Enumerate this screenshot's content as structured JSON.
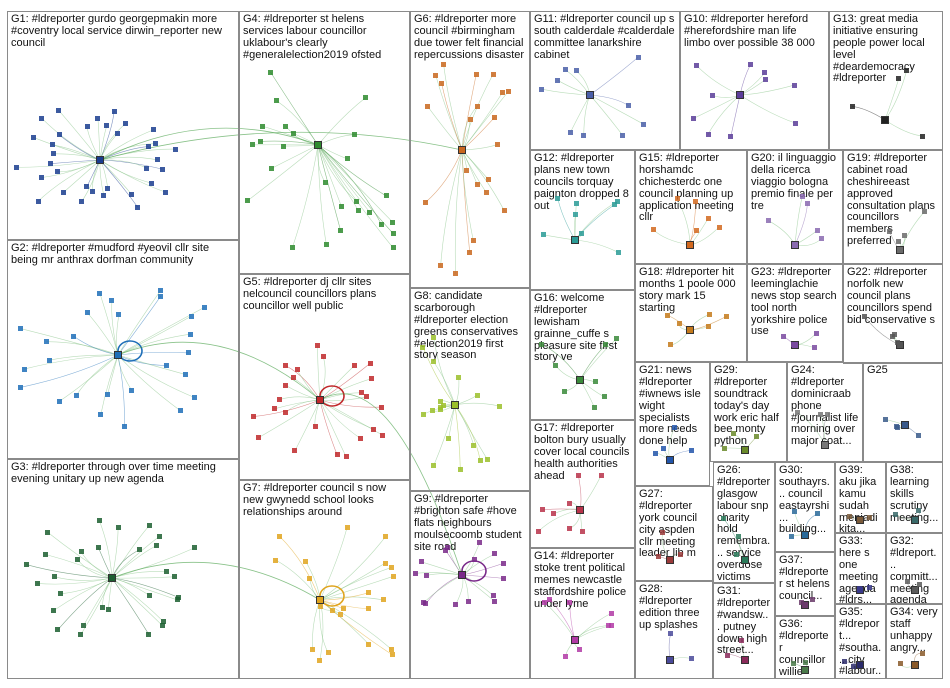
{
  "groups": [
    {
      "id": "G1",
      "label": "G1: #ldreporter gurdo georgepmakin more #coventry local service dirwin_reporter new council",
      "color": "#1a3d8f"
    },
    {
      "id": "G2",
      "label": "G2: #ldreporter #mudford #yeovil cllr site being mr anthrax dorfman community",
      "color": "#1f6fb8"
    },
    {
      "id": "G3",
      "label": "G3: #ldreporter through over time meeting evening unitary up new agenda",
      "color": "#1c5f30"
    },
    {
      "id": "G4",
      "label": "G4: #ldreporter st helens services labour councillor uklabour's clearly #generalelection2019 ofsted",
      "color": "#2e8b2e"
    },
    {
      "id": "G5",
      "label": "G5: #ldreporter dj cllr sites nelcouncil councillors plans councillor well public",
      "color": "#c0282a"
    },
    {
      "id": "G6",
      "label": "G6: #ldreporter more council #birmingham due tower felt financial repercussions disaster",
      "color": "#c9671d"
    },
    {
      "id": "G7",
      "label": "G7: #ldreporter council s now new gwynedd school looks relationships around",
      "color": "#e0a41e"
    },
    {
      "id": "G8",
      "label": "G8: candidate scarborough #ldreporter election greens conservatives #election2019 first story season",
      "color": "#9bbf2a"
    },
    {
      "id": "G9",
      "label": "G9: #ldreporter #brighton safe #hove flats neighbours moulsecoomb student site road",
      "color": "#7a2a8a"
    },
    {
      "id": "G10",
      "label": "G10: #ldreporter hereford #herefordshire man life limbo over possible 38 000",
      "color": "#5b3d99"
    },
    {
      "id": "G11",
      "label": "G11: #ldreporter council up s south calderdale #calderdale committee lanarkshire cabinet",
      "color": "#4a5fa8"
    },
    {
      "id": "G12",
      "label": "G12: #ldreporter plans new town councils torquay paignton dropped 8 out",
      "color": "#2a9b96"
    },
    {
      "id": "G13",
      "label": "G13: great media initiative ensuring people power local level #deardemocracy #ldreporter",
      "color": "#222222"
    },
    {
      "id": "G14",
      "label": "G14: #ldreporter stoke trent political memes newcastle staffordshire police under lyme",
      "color": "#b23aa6"
    },
    {
      "id": "G15",
      "label": "G15: #ldreporter horshamdc chichesterdc one council planning up application meeting cllr",
      "color": "#d2691e"
    },
    {
      "id": "G16",
      "label": "G16: welcome #ldreporter lewisham grainne_cuffe s pleasure site first story ve",
      "color": "#3a8a3a"
    },
    {
      "id": "G17",
      "label": "G17: #ldreporter bolton bury usually cover local councils health authorities ahead",
      "color": "#b8334a"
    },
    {
      "id": "G18",
      "label": "G18: #ldreporter hit months 1 poole 000 story mark 15 starting",
      "color": "#c47a1b"
    },
    {
      "id": "G19",
      "label": "G19: #ldreporter cabinet road cheshireeast approved consultation plans councillors members preferred",
      "color": "#6a6a6a"
    },
    {
      "id": "G20",
      "label": "G20: il linguaggio della ricerca viaggio bologna premio finale per tre",
      "color": "#8a6ab0"
    },
    {
      "id": "G21",
      "label": "G21: news #ldreporter #iwnews isle wight specialists more needs done help",
      "color": "#2255aa"
    },
    {
      "id": "G22",
      "label": "G22: #ldreporter norfolk new council plans councillors spend bid conservative s",
      "color": "#555555"
    },
    {
      "id": "G23",
      "label": "G23: #ldreporter leeminglachie news stop search tool north yorkshire police use",
      "color": "#7a4aa0"
    },
    {
      "id": "G24",
      "label": "G24: #ldreporter dominicraab phone #journalist life morning over major coat...",
      "color": "#777777"
    },
    {
      "id": "G25",
      "label": "G25",
      "color": "#3a5a8a"
    },
    {
      "id": "G26",
      "label": "G26: #ldreporter glasgow labour snp charity hold remembra... service overdose victims",
      "color": "#2a7a5a"
    },
    {
      "id": "G27",
      "label": "G27: #ldreporter york council city aspden cllr meeting leader lib m",
      "color": "#9a3a3a"
    },
    {
      "id": "G28",
      "label": "G28: #ldreporter edition three up splashes",
      "color": "#4a4a9a"
    },
    {
      "id": "G29",
      "label": "G29: #ldreporter soundtrack today's day work eric half bee monty python",
      "color": "#6a8a2a"
    },
    {
      "id": "G30",
      "label": "G30: southayrs... council eastayrshi... building...",
      "color": "#2a6a9a"
    },
    {
      "id": "G31",
      "label": "G31: #ldreporter #wandsw... putney down high street...",
      "color": "#8a2a5a"
    },
    {
      "id": "G32",
      "label": "G32: #ldreport... committ... meeting agenda",
      "color": "#5a5a5a"
    },
    {
      "id": "G33",
      "label": "G33: here s one meeting agenda #ldrs...",
      "color": "#3a3a8a"
    },
    {
      "id": "G34",
      "label": "G34: very staff unhappy angry...",
      "color": "#8a5a2a"
    },
    {
      "id": "G35",
      "label": "G35: #ldreport... #southa... city #labour...",
      "color": "#2a2a6a"
    },
    {
      "id": "G36",
      "label": "G36: #ldreporter councillor willie clarke",
      "color": "#4a7a4a"
    },
    {
      "id": "G37",
      "label": "G37: #ldreporter st helens council...",
      "color": "#6a3a6a"
    },
    {
      "id": "G38",
      "label": "G38: learning skills scrutiny meeting...",
      "color": "#3a6a6a"
    },
    {
      "id": "G39",
      "label": "G39: aku jika kamu sudah menjadi kita...",
      "color": "#7a5a3a"
    }
  ]
}
